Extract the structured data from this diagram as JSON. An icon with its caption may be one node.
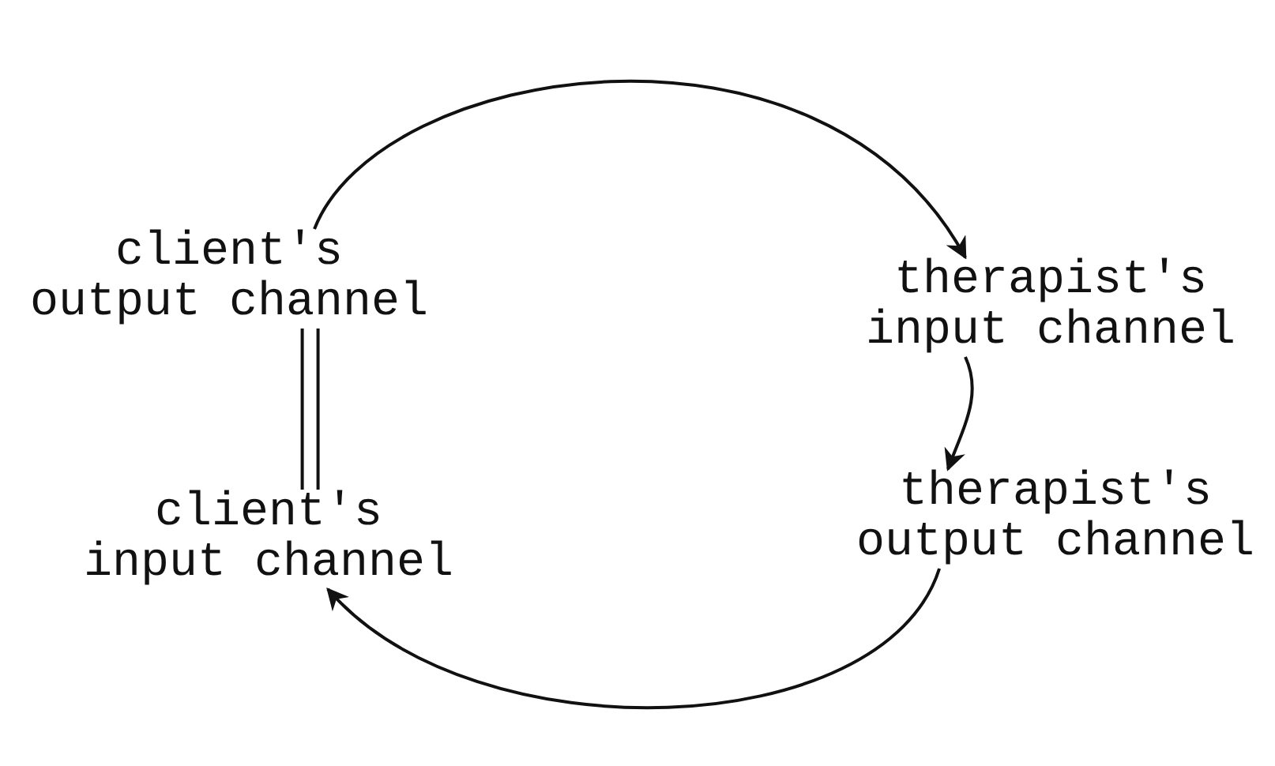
{
  "diagram": {
    "nodes": [
      {
        "text": [
          "client's output channel"
        ]
      },
      {
        "text": [
          "therapist's input channel"
        ]
      },
      {
        "text": [
          "therapist's output channel"
        ]
      },
      {
        "text": [
          "client's input channel"
        ]
      }
    ],
    "edges": [
      {
        "from": 0,
        "to": 1,
        "arrow": "to"
      },
      {
        "from": 1,
        "to": 2,
        "arrow": "to"
      },
      {
        "from": 2,
        "to": 3,
        "arrow": "to"
      },
      {
        "from": 0,
        "to": 3,
        "arrow": "none"
      }
    ]
  }
}
